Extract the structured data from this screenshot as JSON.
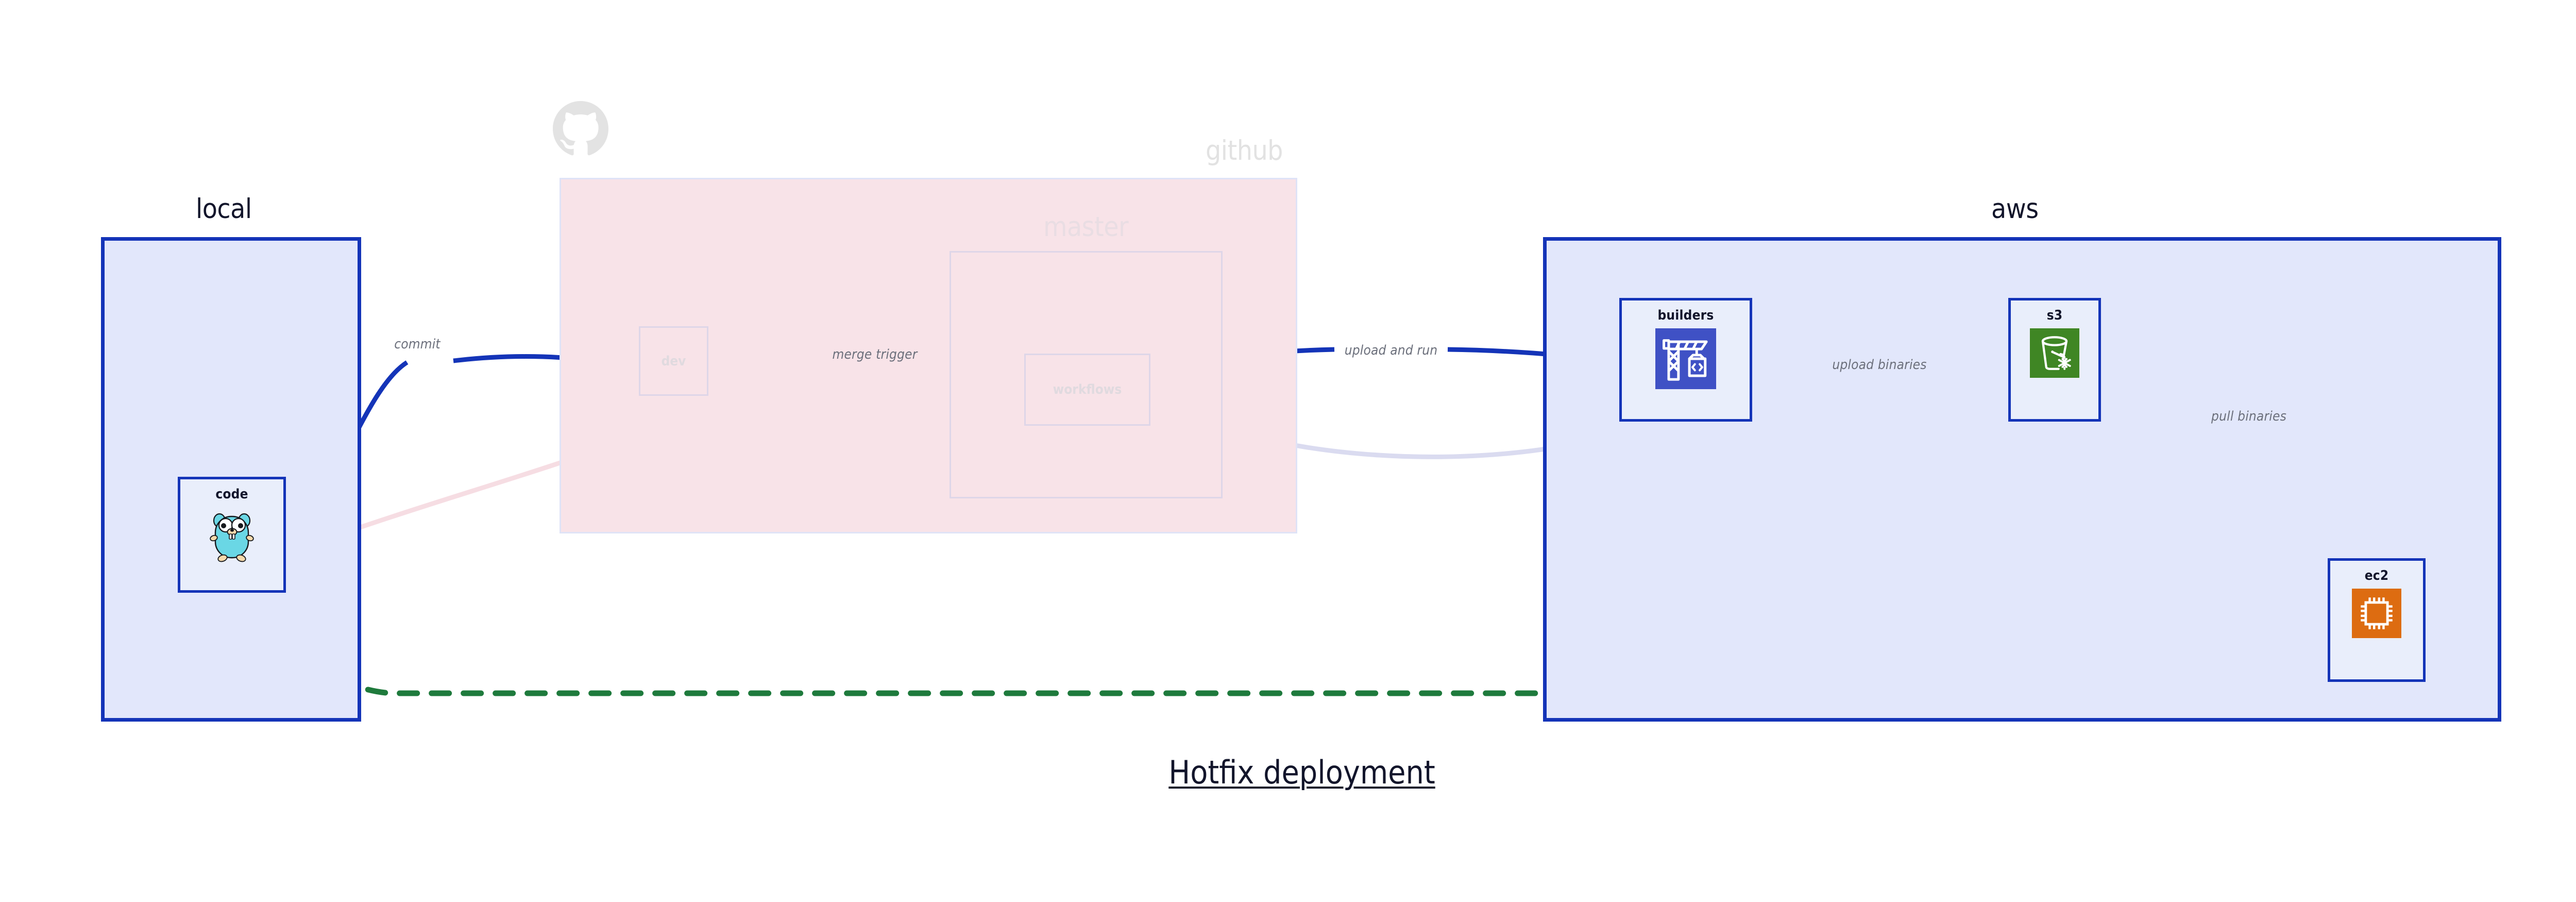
{
  "title": "Hotfix deployment",
  "groups": [
    {
      "id": "local",
      "label": "local"
    },
    {
      "id": "github",
      "label": "github"
    },
    {
      "id": "master",
      "label": "master"
    },
    {
      "id": "aws",
      "label": "aws"
    }
  ],
  "nodes": [
    {
      "id": "code",
      "label": "code",
      "icon": "go-gopher-icon",
      "group": "local"
    },
    {
      "id": "dev",
      "label": "dev",
      "icon": "none",
      "group": "github"
    },
    {
      "id": "workflows",
      "label": "workflows",
      "icon": "none",
      "group": "master"
    },
    {
      "id": "builders",
      "label": "builders",
      "icon": "aws-codebuild-crane-icon",
      "group": "aws"
    },
    {
      "id": "s3",
      "label": "s3",
      "icon": "aws-s3-bucket-icon",
      "group": "aws"
    },
    {
      "id": "ec2",
      "label": "ec2",
      "icon": "aws-ec2-chip-icon",
      "group": "aws"
    }
  ],
  "edges": [
    {
      "id": "commit",
      "label": "commit",
      "from": "code",
      "to": "dev",
      "style": "solid-bold"
    },
    {
      "id": "merge-trigger",
      "label": "merge trigger",
      "from": "dev",
      "to": "workflows",
      "style": "solid-bold"
    },
    {
      "id": "upload-and-run",
      "label": "upload and run",
      "from": "workflows",
      "to": "builders",
      "style": "solid-bold"
    },
    {
      "id": "upload-binaries",
      "label": "upload binaries",
      "from": "builders",
      "to": "s3",
      "style": "solid"
    },
    {
      "id": "pull-binaries",
      "label": "pull binaries",
      "from": "s3",
      "to": "ec2",
      "style": "solid-thin"
    },
    {
      "id": "hotfix-direct",
      "label": "",
      "from": "code",
      "to": "ec2",
      "style": "dashed-green"
    }
  ],
  "colors": {
    "group_border": "#1434b8",
    "group_fill": "#e2e7fb",
    "github_fill": "#f8e3e8",
    "arrow": "#1434b8",
    "arrow_faded": "#dadbf0",
    "arrow_faded_pink": "#f6dde3",
    "dashed": "#1e7a3c",
    "label_text": "#6b6f7b",
    "title_text": "#12152b",
    "s3_icon": "#3f8624",
    "ec2_icon": "#dd6c11",
    "builders_icon": "#3f51c5",
    "gopher_body": "#6ad7e5",
    "octocat": "#e3e3e3"
  }
}
